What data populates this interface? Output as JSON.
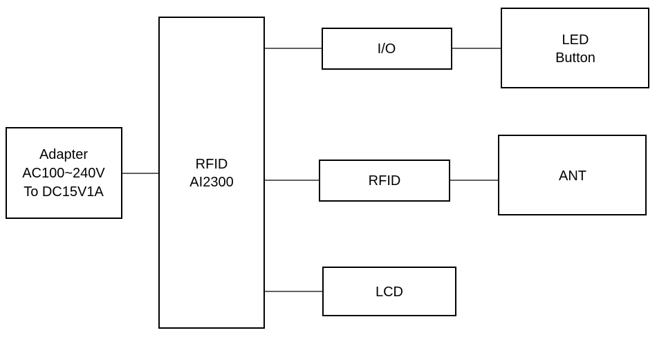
{
  "blocks": {
    "adapter": {
      "lines": [
        "Adapter",
        "AC100~240V",
        "To DC15V1A"
      ]
    },
    "rfid_main": {
      "lines": [
        "RFID",
        "AI2300"
      ]
    },
    "io": {
      "lines": [
        "I/O"
      ]
    },
    "rfid_module": {
      "lines": [
        "RFID"
      ]
    },
    "lcd": {
      "lines": [
        "LCD"
      ]
    },
    "led_button": {
      "lines": [
        "LED",
        "Button"
      ]
    },
    "ant": {
      "lines": [
        "ANT"
      ]
    }
  },
  "colors": {
    "stroke": "#000000",
    "fill": "#ffffff"
  }
}
